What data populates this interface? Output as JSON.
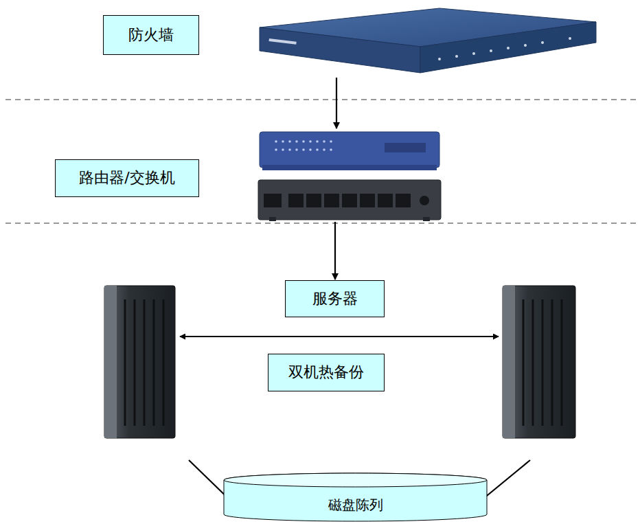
{
  "diagram": {
    "nodes": [
      {
        "text": [
          "防火墙"
        ]
      },
      {
        "text": [
          "路由器/交换机"
        ]
      },
      {
        "text": [
          "服务器"
        ]
      },
      {
        "text": [
          "双机热备份"
        ]
      },
      {
        "text": [
          "磁盘陈列"
        ]
      }
    ],
    "edges": [
      {
        "from": 0,
        "to": 1,
        "arrow": "to"
      },
      {
        "from": 1,
        "to": 2,
        "arrow": "to"
      }
    ]
  }
}
